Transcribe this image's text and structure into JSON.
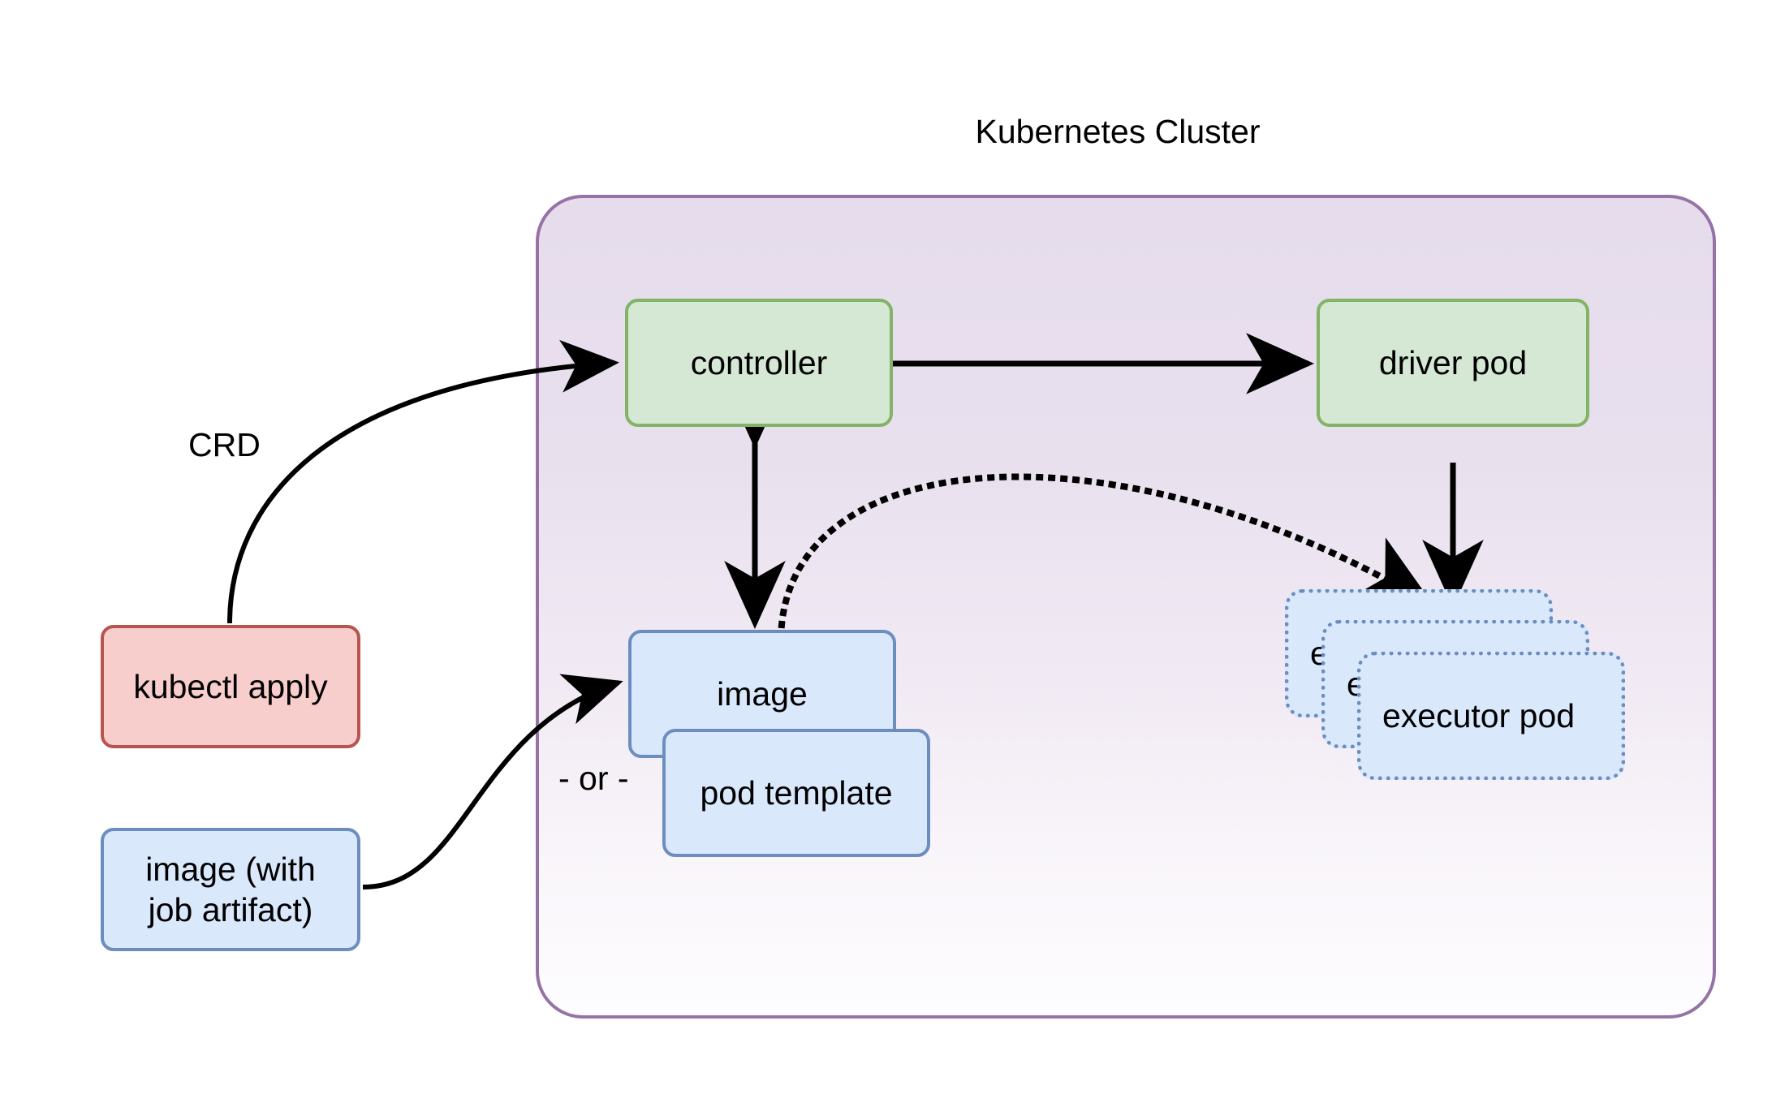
{
  "diagram": {
    "title": "Kubernetes Cluster",
    "type": "architecture-flow",
    "background": "#ffffff"
  },
  "cluster": {
    "label": "Kubernetes Cluster",
    "border_color": "#9673a6",
    "fill_top": "#e6dcec",
    "fill_bottom": "#fdfcfe"
  },
  "palette": {
    "green_fill": "#d5e8d4",
    "green_stroke": "#82b366",
    "blue_fill": "#dae8fc",
    "blue_stroke": "#6c8ebf",
    "red_fill": "#f8cecc",
    "red_stroke": "#b85450",
    "purple_stroke": "#9673a6",
    "edge_color": "#000000"
  },
  "nodes": {
    "kubectl_apply": {
      "label": "kubectl apply",
      "style": "red"
    },
    "image_with_job_artifact": {
      "label_line1": "image (with",
      "label_line2": "job artifact)",
      "style": "blue"
    },
    "controller": {
      "label": "controller",
      "style": "green"
    },
    "driver_pod": {
      "label": "driver pod",
      "style": "green"
    },
    "image": {
      "label": "image",
      "style": "blue"
    },
    "pod_template": {
      "label": "pod template",
      "style": "blue"
    },
    "executor_pod_back": {
      "label": "executor pod",
      "style": "blue-dotted"
    },
    "executor_pod_mid": {
      "label": "executor pod",
      "style": "blue-dotted"
    },
    "executor_pod_front": {
      "label": "executor pod",
      "style": "blue-dotted"
    }
  },
  "edge_labels": {
    "crd": "CRD",
    "or": "- or -"
  },
  "edges": [
    {
      "from": "kubectl_apply",
      "to": "controller",
      "label": "CRD",
      "style": "solid-curved",
      "arrow": "end"
    },
    {
      "from": "image_with_job_artifact",
      "to": "image",
      "label": "",
      "style": "solid-curved",
      "arrow": "end"
    },
    {
      "from": "controller",
      "to": "driver_pod",
      "label": "",
      "style": "solid-straight",
      "arrow": "end"
    },
    {
      "from": "controller",
      "to": "image",
      "label": "",
      "style": "solid-straight",
      "arrow": "both"
    },
    {
      "from": "image",
      "to": "executor_pod_back",
      "label": "",
      "style": "dotted-curved",
      "arrow": "end"
    },
    {
      "from": "driver_pod",
      "to": "executor_pod_back",
      "label": "",
      "style": "solid-straight",
      "arrow": "end"
    }
  ]
}
